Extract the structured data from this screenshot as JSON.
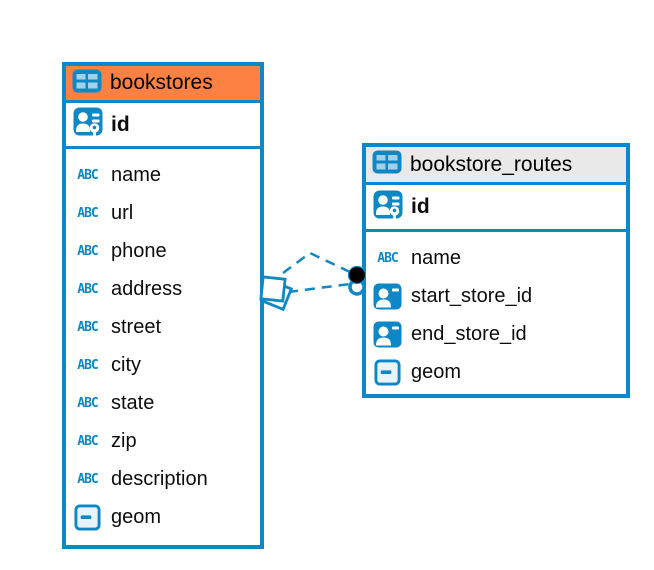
{
  "app": {
    "view": "entity-relationship-diagram"
  },
  "colors": {
    "accent_blue": "#0e87c6",
    "bookstores_header": "#fd8142",
    "routes_header": "#e9e9e9",
    "text": "#000000",
    "endpoint_dot": "#000000",
    "background": "#ffffff"
  },
  "icons": {
    "text_type_label": "ABC"
  },
  "tables": [
    {
      "name": "bookstores",
      "header_style": "orange",
      "icon": "table-icon",
      "primary_key": {
        "name": "id",
        "icon": "primary-key-icon"
      },
      "columns": [
        {
          "name": "name",
          "type_icon": "text-type-icon"
        },
        {
          "name": "url",
          "type_icon": "text-type-icon"
        },
        {
          "name": "phone",
          "type_icon": "text-type-icon"
        },
        {
          "name": "address",
          "type_icon": "text-type-icon"
        },
        {
          "name": "street",
          "type_icon": "text-type-icon"
        },
        {
          "name": "city",
          "type_icon": "text-type-icon"
        },
        {
          "name": "state",
          "type_icon": "text-type-icon"
        },
        {
          "name": "zip",
          "type_icon": "text-type-icon"
        },
        {
          "name": "description",
          "type_icon": "text-type-icon"
        },
        {
          "name": "geom",
          "type_icon": "geometry-type-icon"
        }
      ]
    },
    {
      "name": "bookstore_routes",
      "header_style": "gray",
      "icon": "table-icon",
      "primary_key": {
        "name": "id",
        "icon": "primary-key-icon"
      },
      "columns": [
        {
          "name": "name",
          "type_icon": "text-type-icon"
        },
        {
          "name": "start_store_id",
          "type_icon": "reference-key-icon"
        },
        {
          "name": "end_store_id",
          "type_icon": "reference-key-icon"
        },
        {
          "name": "geom",
          "type_icon": "geometry-type-icon"
        }
      ]
    }
  ],
  "relationship": {
    "from_table": "bookstores",
    "to_table": "bookstore_routes",
    "line_style": "dashed",
    "line_count": 2,
    "source_marker": "stacked-squares",
    "target_marker": "ring-and-black-dot"
  }
}
